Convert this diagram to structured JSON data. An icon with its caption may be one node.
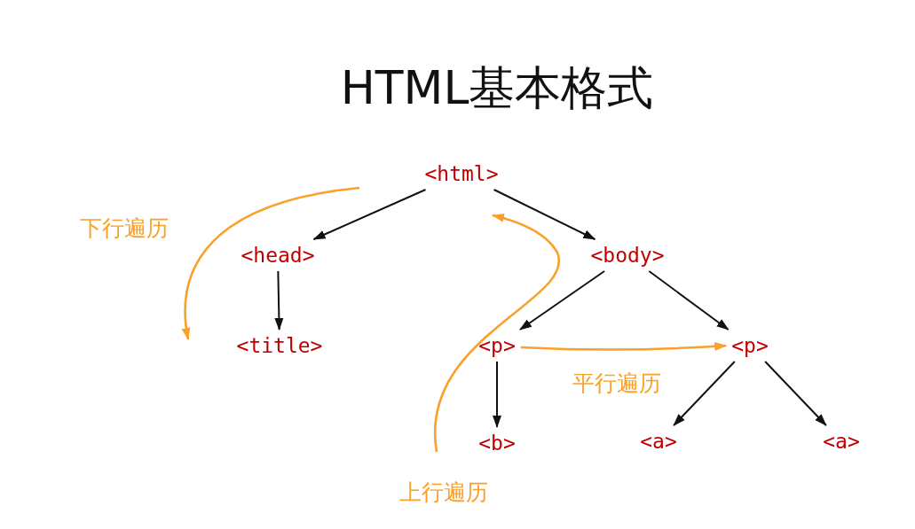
{
  "diagram": {
    "title": "HTML基本格式",
    "nodes": [
      {
        "text": [
          "<html>"
        ]
      },
      {
        "text": [
          "<head>"
        ]
      },
      {
        "text": [
          "<body>"
        ]
      },
      {
        "text": [
          "<title>"
        ]
      },
      {
        "text": [
          "<p>"
        ]
      },
      {
        "text": [
          "<p>"
        ]
      },
      {
        "text": [
          "<b>"
        ]
      },
      {
        "text": [
          "<a>"
        ]
      },
      {
        "text": [
          "<a>"
        ]
      }
    ],
    "edges": [
      {
        "from": 0,
        "to": 1,
        "arrow": "to"
      },
      {
        "from": 0,
        "to": 2,
        "arrow": "to"
      },
      {
        "from": 1,
        "to": 3,
        "arrow": "to"
      },
      {
        "from": 2,
        "to": 4,
        "arrow": "to"
      },
      {
        "from": 2,
        "to": 5,
        "arrow": "to"
      },
      {
        "from": 4,
        "to": 6,
        "arrow": "to"
      },
      {
        "from": 5,
        "to": 7,
        "arrow": "to"
      },
      {
        "from": 5,
        "to": 8,
        "arrow": "to"
      },
      {
        "from": 4,
        "to": 5,
        "arrow": "to",
        "label": "平行遍历",
        "color": "#f9a12a"
      }
    ],
    "labels": [
      "下行遍历",
      "上行遍历"
    ]
  }
}
